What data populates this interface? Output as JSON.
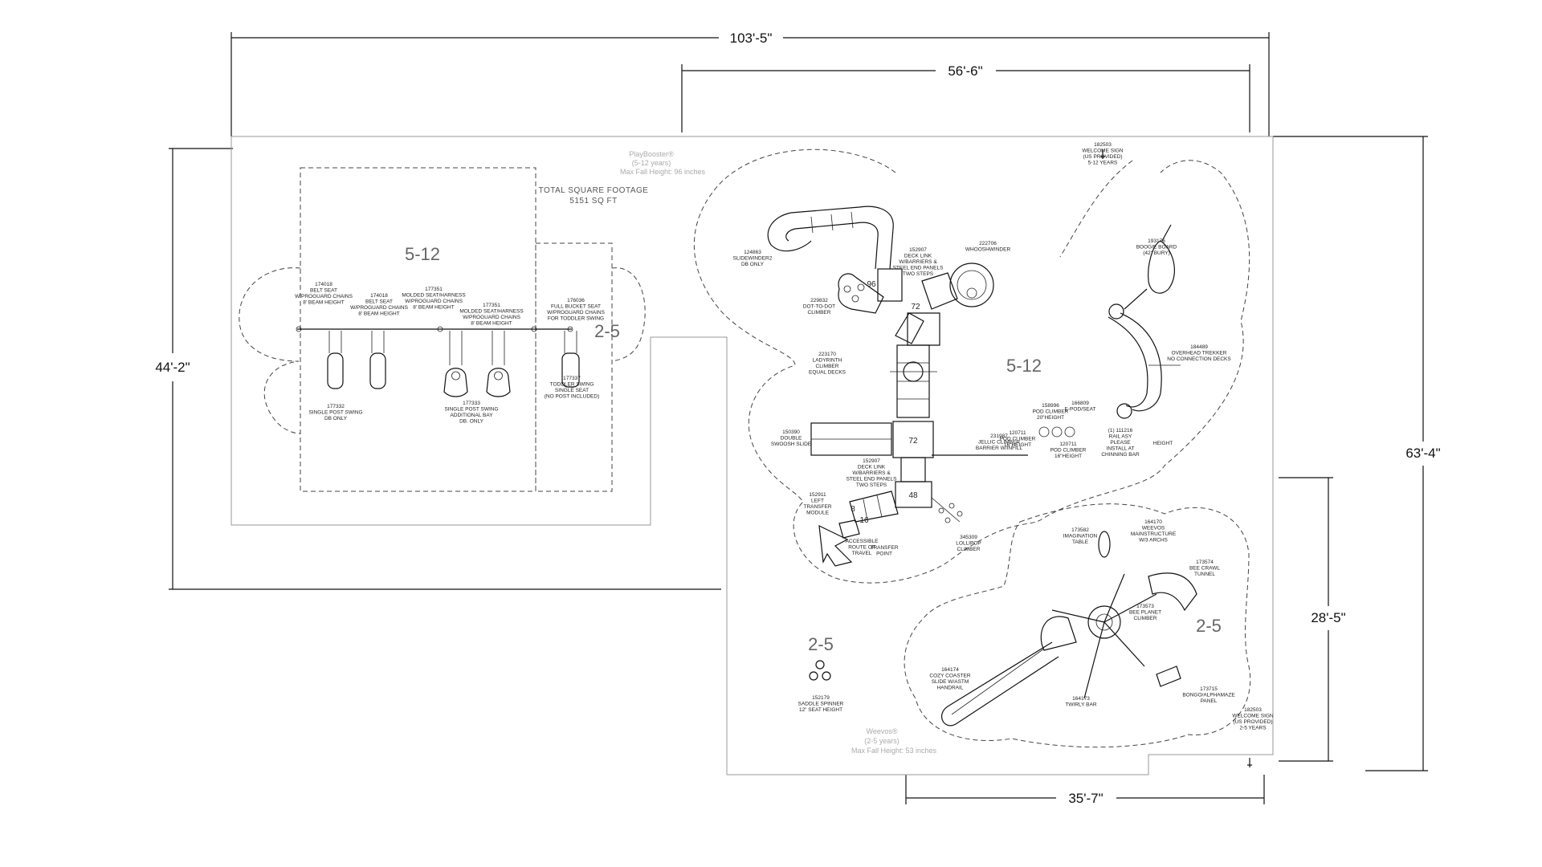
{
  "dimensions": {
    "overall_width": "103'-5\"",
    "upper_width": "56'-6\"",
    "left_height": "44'-2\"",
    "right_height": "63'-4\"",
    "lower_right_height": "28'-5\"",
    "lower_width": "35'-7\""
  },
  "area": {
    "title": "TOTAL SQUARE FOOTAGE",
    "value": "5151 SQ FT"
  },
  "zones": {
    "swing_5_12": "5-12",
    "swing_2_5": "2-5",
    "play_5_12": "5-12",
    "weevos_2_5": "2-5",
    "lower_left_2_5": "2-5"
  },
  "structures": {
    "playbooster": [
      "PlayBooster®",
      "(5-12 years)",
      "Max Fall Height: 96 inches"
    ],
    "weevos": [
      "Weevos®",
      "(2-5 years)",
      "Max Fall Height: 53 inches"
    ]
  },
  "deck_heights": [
    "96",
    "72",
    "72",
    "48",
    "16",
    "8"
  ],
  "labels": {
    "l174018a": [
      "174018",
      "BELT SEAT",
      "W/PROGUARD CHAINS",
      "8' BEAM HEIGHT"
    ],
    "l174018b": [
      "174018",
      "BELT SEAT",
      "W/PROGUARD CHAINS",
      "8' BEAM HEIGHT"
    ],
    "l177351a": [
      "177351",
      "MOLDED SEAT/HARNESS",
      "W/PROGUARD CHAINS",
      "8' BEAM HEIGHT"
    ],
    "l177351b": [
      "177351",
      "MOLDED SEAT/HARNESS",
      "W/PROGUARD CHAINS",
      "8' BEAM HEIGHT"
    ],
    "l176036": [
      "176036",
      "FULL BUCKET SEAT",
      "W/PROGUARD CHAINS",
      "FOR TODDLER SWING"
    ],
    "l177332": [
      "177332",
      "SINGLE POST SWING",
      "DB ONLY"
    ],
    "l177333": [
      "177333",
      "SINGLE POST SWING",
      "ADDITIONAL BAY",
      "DB. ONLY"
    ],
    "l177337": [
      "177337",
      "TODDLER SWING",
      "SINGLE SEAT",
      "(NO POST INCLUDED)"
    ],
    "l124863": [
      "124863",
      "SLIDEWINDER2",
      "DB ONLY"
    ],
    "l152907a": [
      "152907",
      "DECK LINK",
      "W/BARRIERS &",
      "STEEL END PANELS",
      "TWO STEPS"
    ],
    "l222706": [
      "222706",
      "WHOOSHWINDER"
    ],
    "l229832": [
      "229832",
      "DOT-TO-DOT",
      "CLIMBER"
    ],
    "l223170": [
      "223170",
      "LADYRINTH",
      "CLIMBER",
      "EQUAL DECKS"
    ],
    "l150390": [
      "150390",
      "DOUBLE",
      "SWOOSH SLIDE"
    ],
    "l152907b": [
      "152907",
      "DECK LINK",
      "W/BARRIERS &",
      "STEEL END PANELS",
      "TWO STEPS"
    ],
    "l152911": [
      "152911",
      "LEFT",
      "TRANSFER",
      "MODULE"
    ],
    "l_accessible": [
      "ACCESSIBLE",
      "ROUTE OF",
      "TRAVEL"
    ],
    "l_transfer": [
      "TRANSFER",
      "POINT"
    ],
    "l345309": [
      "345309",
      "LOLLIPOP",
      "CLIMBER"
    ],
    "l231987": [
      "231987",
      "JELLIC CLIMBER",
      "BARRIER W/INFILL"
    ],
    "l158996": [
      "158996",
      "POD CLIMBER",
      "20\"HEIGHT"
    ],
    "l120711a": [
      "120711",
      "POD CLIMBER",
      "16\"HEIGHT"
    ],
    "l120711b": [
      "120711",
      "POD CLIMBER",
      "16\"HEIGHT"
    ],
    "l166809": [
      "166809",
      "E-POD/SEAT"
    ],
    "l111216": [
      "(1)   111216",
      "RAIL ASY",
      "PLEASE",
      "INSTALL AT",
      "CHINNING BAR"
    ],
    "l182503a": [
      "182503",
      "WELCOME SIGN",
      "(US PROVIDED)",
      "5-12 YEARS"
    ],
    "l193176": [
      "193176",
      "BOOGIE BOARD",
      "(42\" BURY)"
    ],
    "l184489": [
      "184489",
      "OVERHEAD TREKKER",
      "NO CONNECTION DECKS"
    ],
    "l_height": [
      "HEIGHT"
    ],
    "l173582": [
      "173582",
      "IMAGINATION",
      "TABLE"
    ],
    "l164170": [
      "164170",
      "WEEVOS",
      "MAINSTRUCTURE",
      "W/3 ARCHS"
    ],
    "l173574": [
      "173574",
      "BEE CRAWL",
      "TUNNEL"
    ],
    "l173573": [
      "173573",
      "BEE PLANET",
      "CLIMBER"
    ],
    "l164174": [
      "164174",
      "COZY COASTER",
      "SLIDE W/ASTM",
      "HANDRAIL"
    ],
    "l164173": [
      "164173",
      "TWIRLY BAR"
    ],
    "l173715": [
      "173715",
      "BONGO/ALPHAMAZE",
      "PANEL"
    ],
    "l182503b": [
      "182503",
      "WELCOME SIGN",
      "(US PROVIDED)",
      "2-5 YEARS"
    ],
    "l152179": [
      "152179",
      "SADDLE SPINNER",
      "12\" SEAT HEIGHT"
    ]
  },
  "colors": {
    "line": "#111111",
    "boundary": "#999999",
    "muted": "#aaaaaa"
  }
}
